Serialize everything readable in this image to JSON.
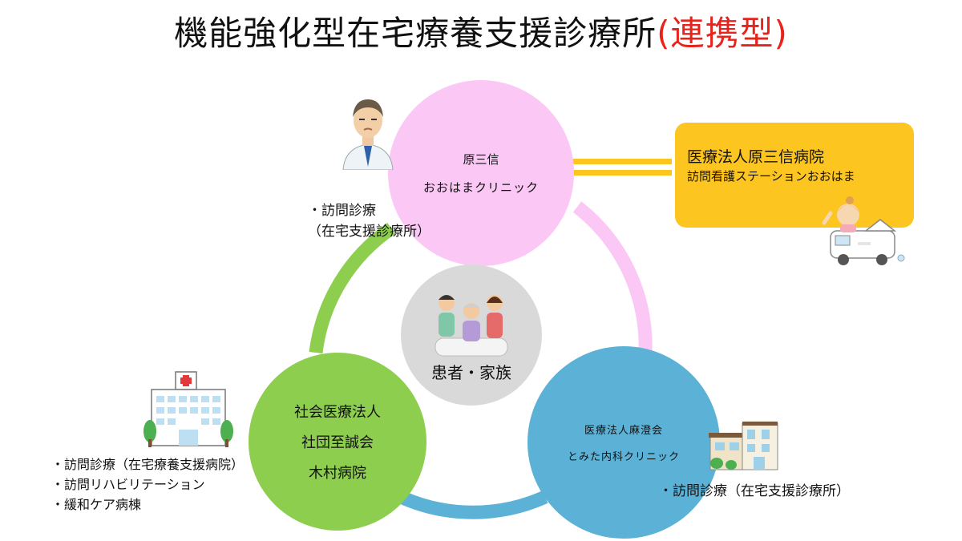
{
  "title": {
    "main": "機能強化型在宅療養支援診療所",
    "accent": "(連携型)"
  },
  "circles": {
    "top": {
      "line1": "原三信",
      "line2": "おおはまクリニック"
    },
    "left": {
      "line1": "社会医療法人",
      "line2": "社団至誠会",
      "line3": "木村病院"
    },
    "right": {
      "line1": "医療法人麻澄会",
      "line2": "とみた内科クリニック"
    },
    "center": {
      "label": "患者・家族"
    }
  },
  "partner_box": {
    "line1": "医療法人原三信病院",
    "line2": "訪問看護ステーションおおはま"
  },
  "notes": {
    "top": [
      "・訪問診療",
      "（在宅支援診療所）"
    ],
    "left": [
      "・訪問診療（在宅療養支援病院）",
      "・訪問リハビリテーション",
      "・緩和ケア病棟"
    ],
    "right": "・訪問診療（在宅支援診療所）"
  },
  "colors": {
    "accent": "#e8231c",
    "pink": "#fbc8f6",
    "green": "#8dce4f",
    "blue": "#5bb2d6",
    "center_gray": "#d9d9d9",
    "box_yellow": "#fdc520"
  },
  "icons": [
    "doctor-icon",
    "nurse-car-icon",
    "family-icon",
    "hospital-building-icon",
    "clinic-building-icon"
  ]
}
